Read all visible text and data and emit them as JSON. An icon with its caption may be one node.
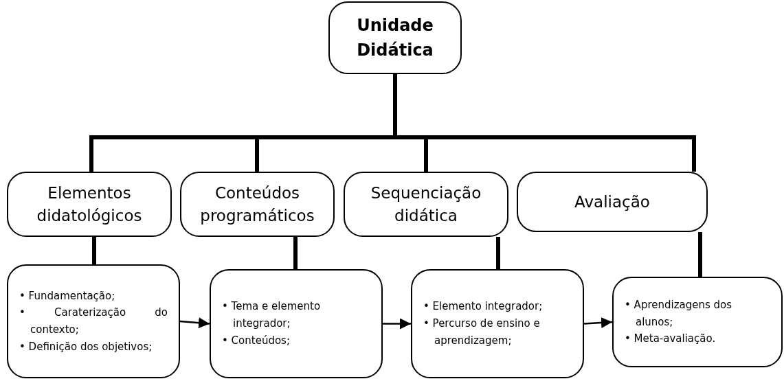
{
  "diagram": {
    "nodes": [
      {
        "text": [
          "Unidade Didática"
        ]
      },
      {
        "text": [
          "Elementos didatológicos"
        ]
      },
      {
        "text": [
          "Conteúdos programáticos"
        ]
      },
      {
        "text": [
          "Sequenciação didática"
        ]
      },
      {
        "text": [
          "Avaliação"
        ]
      },
      {
        "text": [
          "• Fundamentação;",
          "• Caraterização do contexto;",
          "• Definição dos objetivos;"
        ]
      },
      {
        "text": [
          "• Tema e elemento integrador;",
          "• Conteúdos;"
        ]
      },
      {
        "text": [
          "• Elemento integrador;",
          "• Percurso de ensino e aprendizagem;"
        ]
      },
      {
        "text": [
          "• Aprendizagens dos alunos;",
          "• Meta-avaliação."
        ]
      }
    ],
    "edges": [
      {
        "from": 0,
        "to": 1,
        "arrow": "none"
      },
      {
        "from": 0,
        "to": 2,
        "arrow": "none"
      },
      {
        "from": 0,
        "to": 3,
        "arrow": "none"
      },
      {
        "from": 0,
        "to": 4,
        "arrow": "none"
      },
      {
        "from": 1,
        "to": 5,
        "arrow": "none"
      },
      {
        "from": 2,
        "to": 6,
        "arrow": "none"
      },
      {
        "from": 3,
        "to": 7,
        "arrow": "none"
      },
      {
        "from": 4,
        "to": 8,
        "arrow": "none"
      },
      {
        "from": 5,
        "to": 6,
        "arrow": "to"
      },
      {
        "from": 6,
        "to": 7,
        "arrow": "to"
      },
      {
        "from": 7,
        "to": 8,
        "arrow": "to"
      }
    ]
  }
}
